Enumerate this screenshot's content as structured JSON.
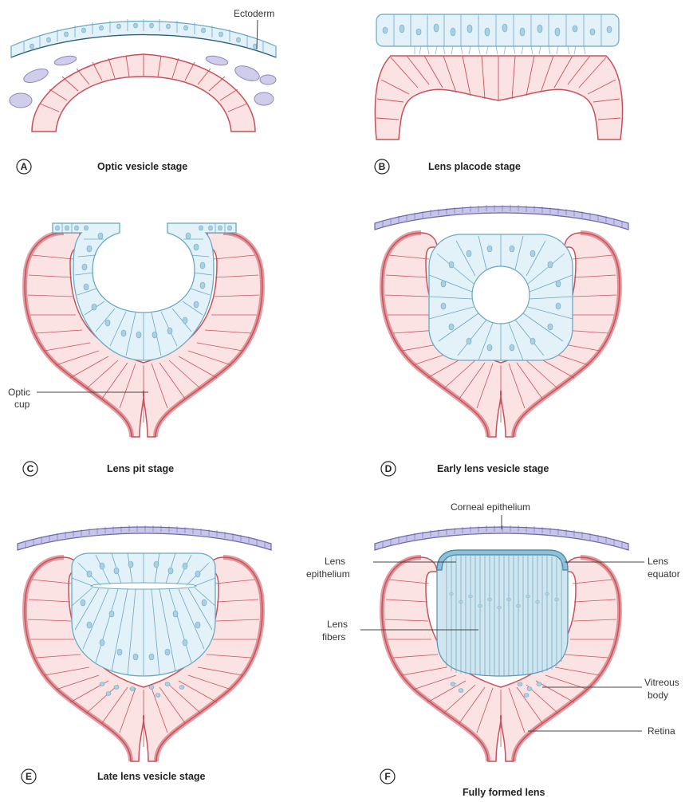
{
  "panels": [
    {
      "letter": "A",
      "title": "Optic vesicle stage"
    },
    {
      "letter": "B",
      "title": "Lens placode stage"
    },
    {
      "letter": "C",
      "title": "Lens pit stage"
    },
    {
      "letter": "D",
      "title": "Early lens vesicle stage"
    },
    {
      "letter": "E",
      "title": "Late lens vesicle stage"
    },
    {
      "letter": "F",
      "title": "Fully formed lens"
    }
  ],
  "labels": {
    "ectoderm": "Ectoderm",
    "optic_cup_line1": "Optic",
    "optic_cup_line2": "cup",
    "corneal_epithelium": "Corneal epithelium",
    "lens_epithelium_line1": "Lens",
    "lens_epithelium_line2": "epithelium",
    "lens_equator_line1": "Lens",
    "lens_equator_line2": "equator",
    "lens_fibers_line1": "Lens",
    "lens_fibers_line2": "fibers",
    "vitreous_line1": "Vitreous",
    "vitreous_line2": "body",
    "retina": "Retina"
  },
  "colors": {
    "retina_fill": "#fbe3e3",
    "retina_stroke": "#c9505a",
    "lens_fill": "#e3f1f8",
    "lens_stroke": "#6aa8c4",
    "nucleus": "#a9d0e3",
    "ectoderm_purple": "#b4b3de",
    "purple_stroke": "#6a68b0",
    "mesenchyme": "#cfcde9"
  }
}
